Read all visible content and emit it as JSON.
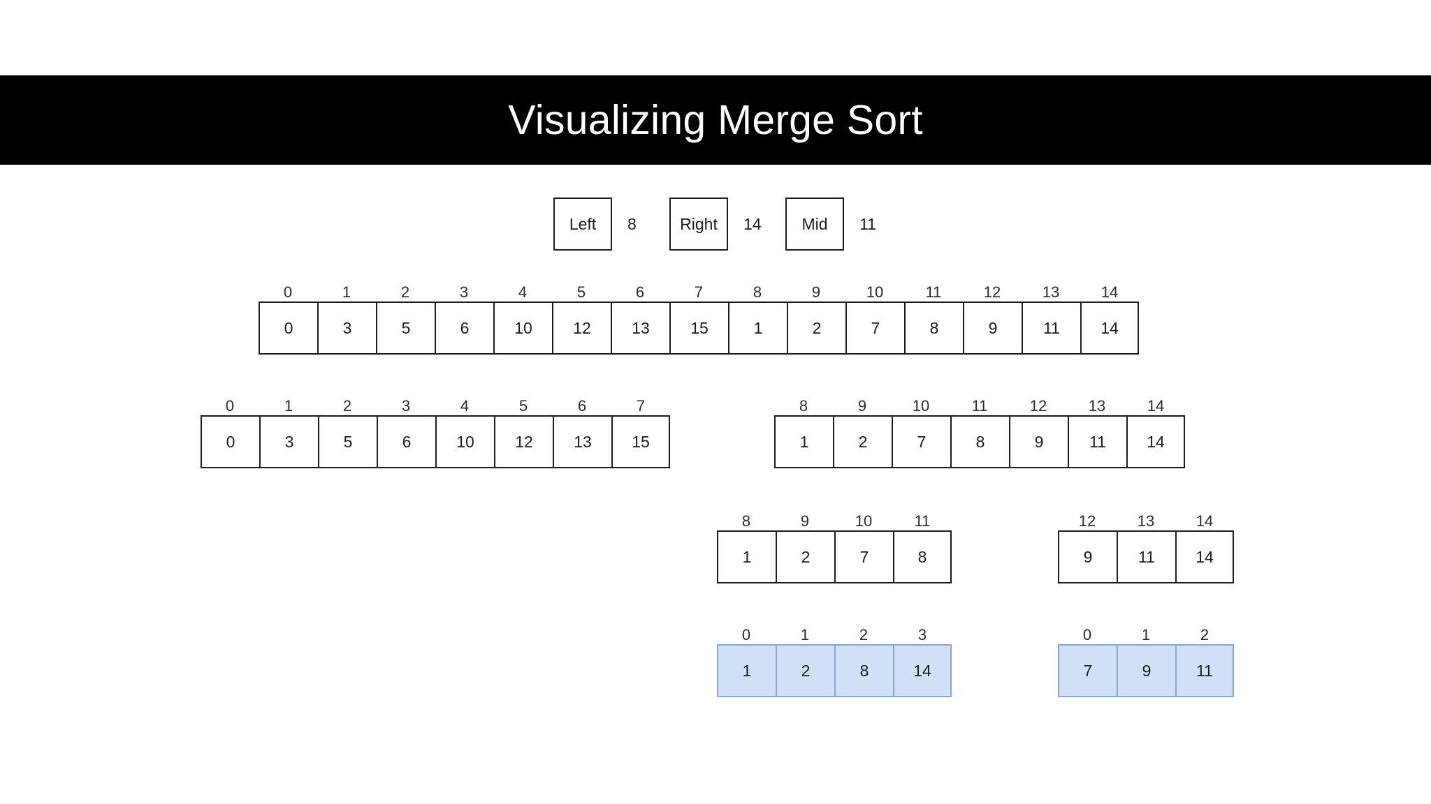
{
  "title": "Visualizing Merge Sort",
  "colors": {
    "banner_background": "#000000",
    "banner_text": "#ffffff",
    "cell_border": "#1c1c1c",
    "cell_background": "#ffffff",
    "highlight_background": "#cfe1f7",
    "highlight_border": "#8ea8c9",
    "text": "#1c1c1c"
  },
  "variables": [
    {
      "name": "Left",
      "label": "Left",
      "value": "8"
    },
    {
      "name": "Right",
      "label": "Right",
      "value": "14"
    },
    {
      "name": "Mid",
      "label": "Mid",
      "value": "11"
    }
  ],
  "arrays": [
    {
      "id": "full-array",
      "indices": [
        "0",
        "1",
        "2",
        "3",
        "4",
        "5",
        "6",
        "7",
        "8",
        "9",
        "10",
        "11",
        "12",
        "13",
        "14"
      ],
      "values": [
        "0",
        "3",
        "5",
        "6",
        "10",
        "12",
        "13",
        "15",
        "1",
        "2",
        "7",
        "8",
        "9",
        "11",
        "14"
      ],
      "highlighted": false
    },
    {
      "id": "left-half",
      "indices": [
        "0",
        "1",
        "2",
        "3",
        "4",
        "5",
        "6",
        "7"
      ],
      "values": [
        "0",
        "3",
        "5",
        "6",
        "10",
        "12",
        "13",
        "15"
      ],
      "highlighted": false
    },
    {
      "id": "right-half",
      "indices": [
        "8",
        "9",
        "10",
        "11",
        "12",
        "13",
        "14"
      ],
      "values": [
        "1",
        "2",
        "7",
        "8",
        "9",
        "11",
        "14"
      ],
      "highlighted": false
    },
    {
      "id": "right-left-quarter",
      "indices": [
        "8",
        "9",
        "10",
        "11"
      ],
      "values": [
        "1",
        "2",
        "7",
        "8"
      ],
      "highlighted": false
    },
    {
      "id": "right-right-quarter",
      "indices": [
        "12",
        "13",
        "14"
      ],
      "values": [
        "9",
        "11",
        "14"
      ],
      "highlighted": false
    },
    {
      "id": "merged-left-buffer",
      "indices": [
        "0",
        "1",
        "2",
        "3"
      ],
      "values": [
        "1",
        "2",
        "8",
        "14"
      ],
      "highlighted": true
    },
    {
      "id": "merged-right-buffer",
      "indices": [
        "0",
        "1",
        "2"
      ],
      "values": [
        "7",
        "9",
        "11"
      ],
      "highlighted": true
    }
  ]
}
